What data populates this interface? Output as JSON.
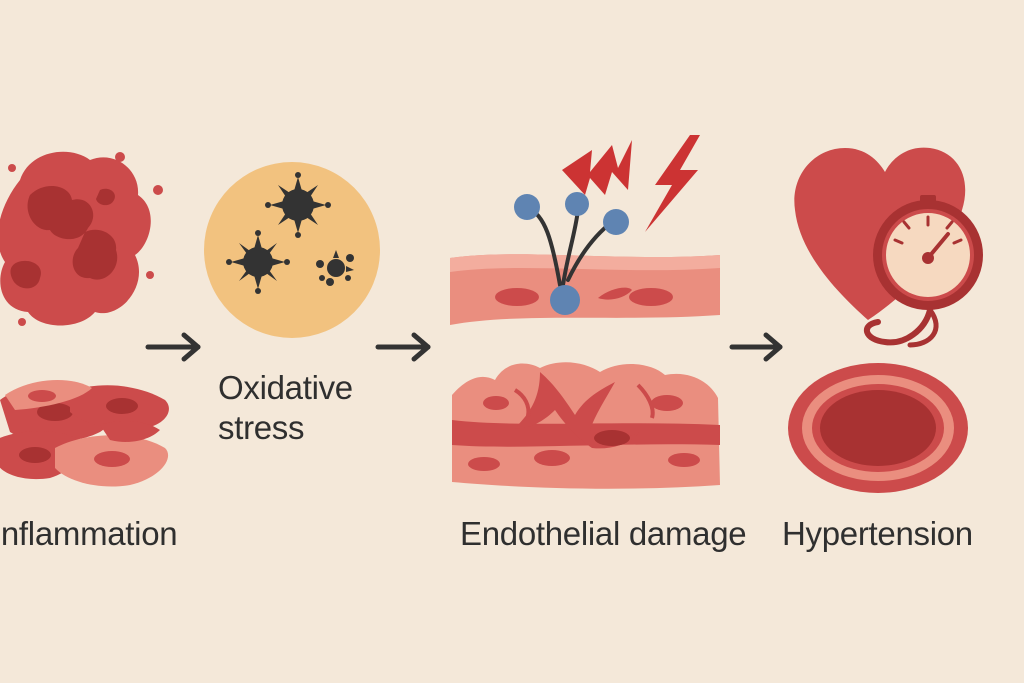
{
  "diagram": {
    "steps": [
      {
        "label": "Inflammation",
        "icon": "inflamed-tissue-icon"
      },
      {
        "label_line1": "Oxidative",
        "label_line2": "stress",
        "icon": "free-radical-icon"
      },
      {
        "label": "Endothelial damage",
        "icon": "damaged-vessel-wall-icon"
      },
      {
        "label": "Hypertension",
        "icon": "heart-blood-pressure-icon"
      }
    ],
    "connector": "arrow-right-icon",
    "colors": {
      "background": "#f4e8d9",
      "tissue_red": "#cc4b4b",
      "tissue_pink": "#ea8e7f",
      "stress_circle": "#f2c27f",
      "radical_dark": "#333333",
      "molecule_blue": "#5f84b2",
      "text": "#2f2f2f"
    }
  }
}
